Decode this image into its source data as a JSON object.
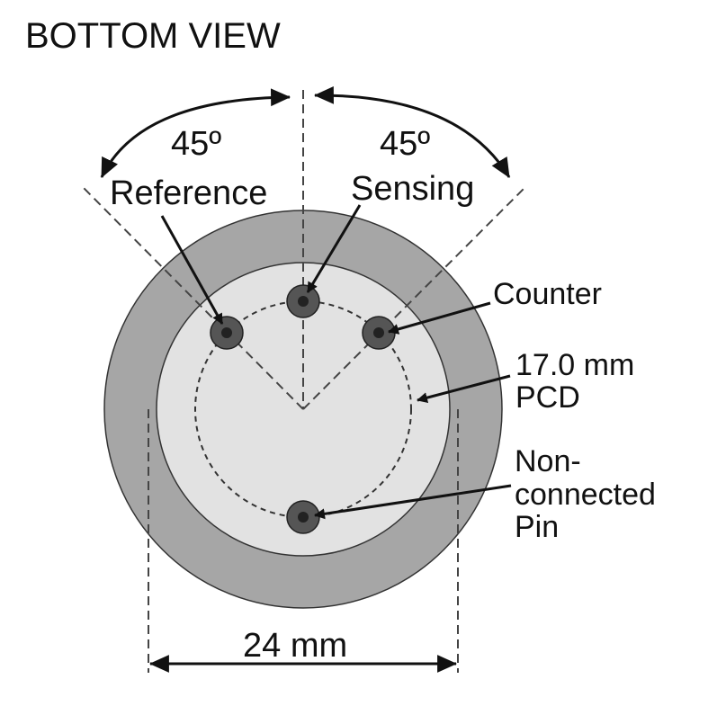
{
  "title": "BOTTOM VIEW",
  "angles": {
    "left": "45º",
    "right": "45º"
  },
  "pins": {
    "reference": "Reference",
    "sensing": "Sensing",
    "counter": "Counter",
    "non_connected": [
      "Non-",
      "connected",
      "Pin"
    ]
  },
  "pcd": {
    "value": "17.0 mm",
    "label": "PCD"
  },
  "diameter": "24 mm",
  "colors": {
    "outer_ring": "#a6a6a6",
    "inner_face": "#e2e2e2",
    "pin": "#555555",
    "line": "#111111"
  }
}
